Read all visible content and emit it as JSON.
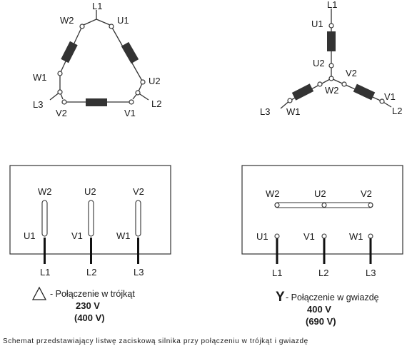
{
  "delta_diagram": {
    "L1": "L1",
    "W2": "W2",
    "U1": "U1",
    "W1": "W1",
    "U2": "U2",
    "L3": "L3",
    "L2": "L2",
    "V2": "V2",
    "V1": "V1"
  },
  "star_diagram": {
    "L1": "L1",
    "U1": "U1",
    "U2": "U2",
    "V2": "V2",
    "W2": "W2",
    "L3": "L3",
    "W1": "W1",
    "V1": "V1",
    "L2": "L2"
  },
  "delta_box": {
    "top": [
      "W2",
      "U2",
      "V2"
    ],
    "mid": [
      "U1",
      "V1",
      "W1"
    ],
    "bottom": [
      "L1",
      "L2",
      "L3"
    ]
  },
  "star_box": {
    "top": [
      "W2",
      "U2",
      "V2"
    ],
    "mid": [
      "U1",
      "V1",
      "W1"
    ],
    "bottom": [
      "L1",
      "L2",
      "L3"
    ]
  },
  "delta_caption": {
    "title": "- Połączenie w trójkąt",
    "voltage": "230 V",
    "voltage_alt": "(400 V)"
  },
  "star_caption": {
    "symbol": "Y",
    "title": "- Połączenie w gwiazdę",
    "voltage": "400 V",
    "voltage_alt": "(690 V)"
  },
  "footer": "Schemat przedstawiający listwę zaciskową silnika przy połączeniu w trójkąt i gwiazdę"
}
